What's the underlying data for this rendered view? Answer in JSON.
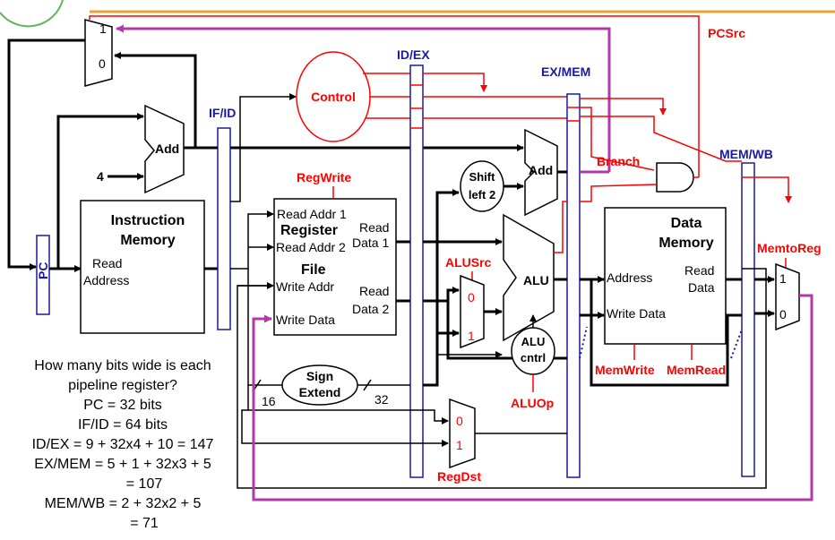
{
  "labels": {
    "pcsrc": "PCSrc",
    "id_ex": "ID/EX",
    "ex_mem": "EX/MEM",
    "if_id": "IF/ID",
    "mem_wb": "MEM/WB",
    "control": "Control",
    "add": "Add",
    "add2": "Add",
    "four": "4",
    "instruction_memory_1": "Instruction",
    "instruction_memory_2": "Memory",
    "read": "Read",
    "address": "Address",
    "pc": "PC",
    "regwrite": "RegWrite",
    "read_addr_1": "Read Addr 1",
    "read_addr_2": "Read Addr 2",
    "register": "Register",
    "file": "File",
    "write_addr": "Write Addr",
    "write_data": "Write Data",
    "read_data_1a": "Read",
    "read_data_1b": "Data 1",
    "read_data_2a": "Read",
    "read_data_2b": "Data 2",
    "shift_1": "Shift",
    "shift_2": "left 2",
    "branch": "Branch",
    "alusrc": "ALUSrc",
    "alu": "ALU",
    "alu_cntrl_1": "ALU",
    "alu_cntrl_2": "cntrl",
    "aluop": "ALUOp",
    "sign_1": "Sign",
    "sign_2": "Extend",
    "bits_16": "16",
    "bits_32": "32",
    "data_memory_1": "Data",
    "data_memory_2": "Memory",
    "dm_address": "Address",
    "dm_read_1": "Read",
    "dm_read_2": "Data",
    "dm_write_data": "Write Data",
    "memwrite": "MemWrite",
    "memread": "MemRead",
    "memtoreg": "MemtoReg",
    "regdst": "RegDst",
    "mux_1": "1",
    "mux_0": "0"
  },
  "question": {
    "line1": "How many bits wide is each",
    "line2": "pipeline register?",
    "line3": "PC = 32 bits",
    "line4": "IF/ID = 64 bits",
    "line5": "ID/EX = 9 + 32x4 + 10 = 147",
    "line6": "EX/MEM = 5 + 1 + 32x3 + 5",
    "line7": "= 107",
    "line8": "MEM/WB = 2 + 32x2 + 5",
    "line9": "= 71"
  },
  "colors": {
    "control_signal": "#ff0000",
    "pipeline_register": "#1a1aa0",
    "writeback_path": "#b03aa8",
    "header_bar": "#f0a030"
  }
}
